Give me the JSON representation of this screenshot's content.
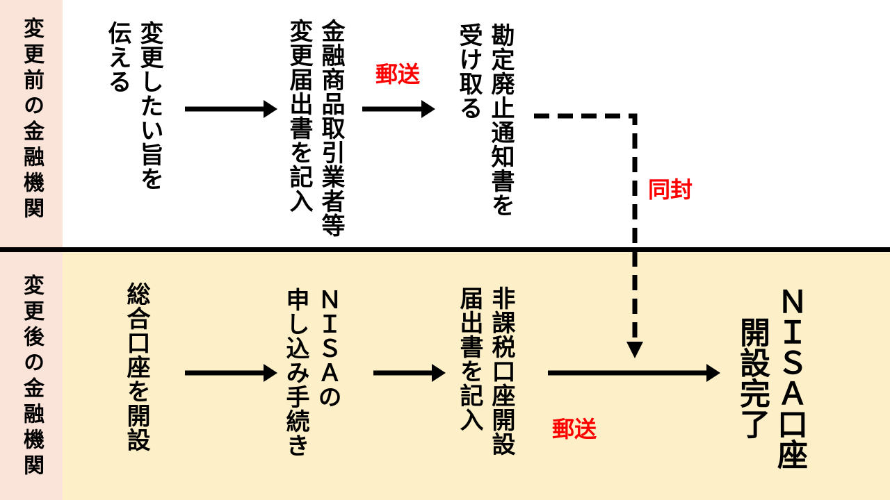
{
  "colors": {
    "sidebar_bg": "#fae4da",
    "before_lane_bg": "#ffffff",
    "after_lane_bg": "#fdf0c8",
    "divider": "#000000",
    "text": "#000000",
    "accent_red": "#fe0000"
  },
  "lanes": {
    "before": {
      "label": "変更前の金融機関"
    },
    "after": {
      "label": "変更後の金融機関"
    }
  },
  "flow_before": {
    "step1": {
      "text": "変更したい旨を\n伝える"
    },
    "step2": {
      "text": "金融商品取引業者等\n変更届出書を記入"
    },
    "step3": {
      "text": "勘定廃止通知書を\n受け取る"
    },
    "mail_label": {
      "text": "郵送"
    }
  },
  "flow_after": {
    "step1": {
      "text": "総合口座を開設"
    },
    "step2": {
      "text": "ＮＩＳＡの\n申し込み手続き"
    },
    "step3": {
      "text": "非課税口座開設\n届出書を記入"
    },
    "step4": {
      "text": "ＮＩＳＡ口座\n開設完了"
    },
    "mail_label": {
      "text": "郵送"
    }
  },
  "connector": {
    "enclose_label": "同封"
  }
}
